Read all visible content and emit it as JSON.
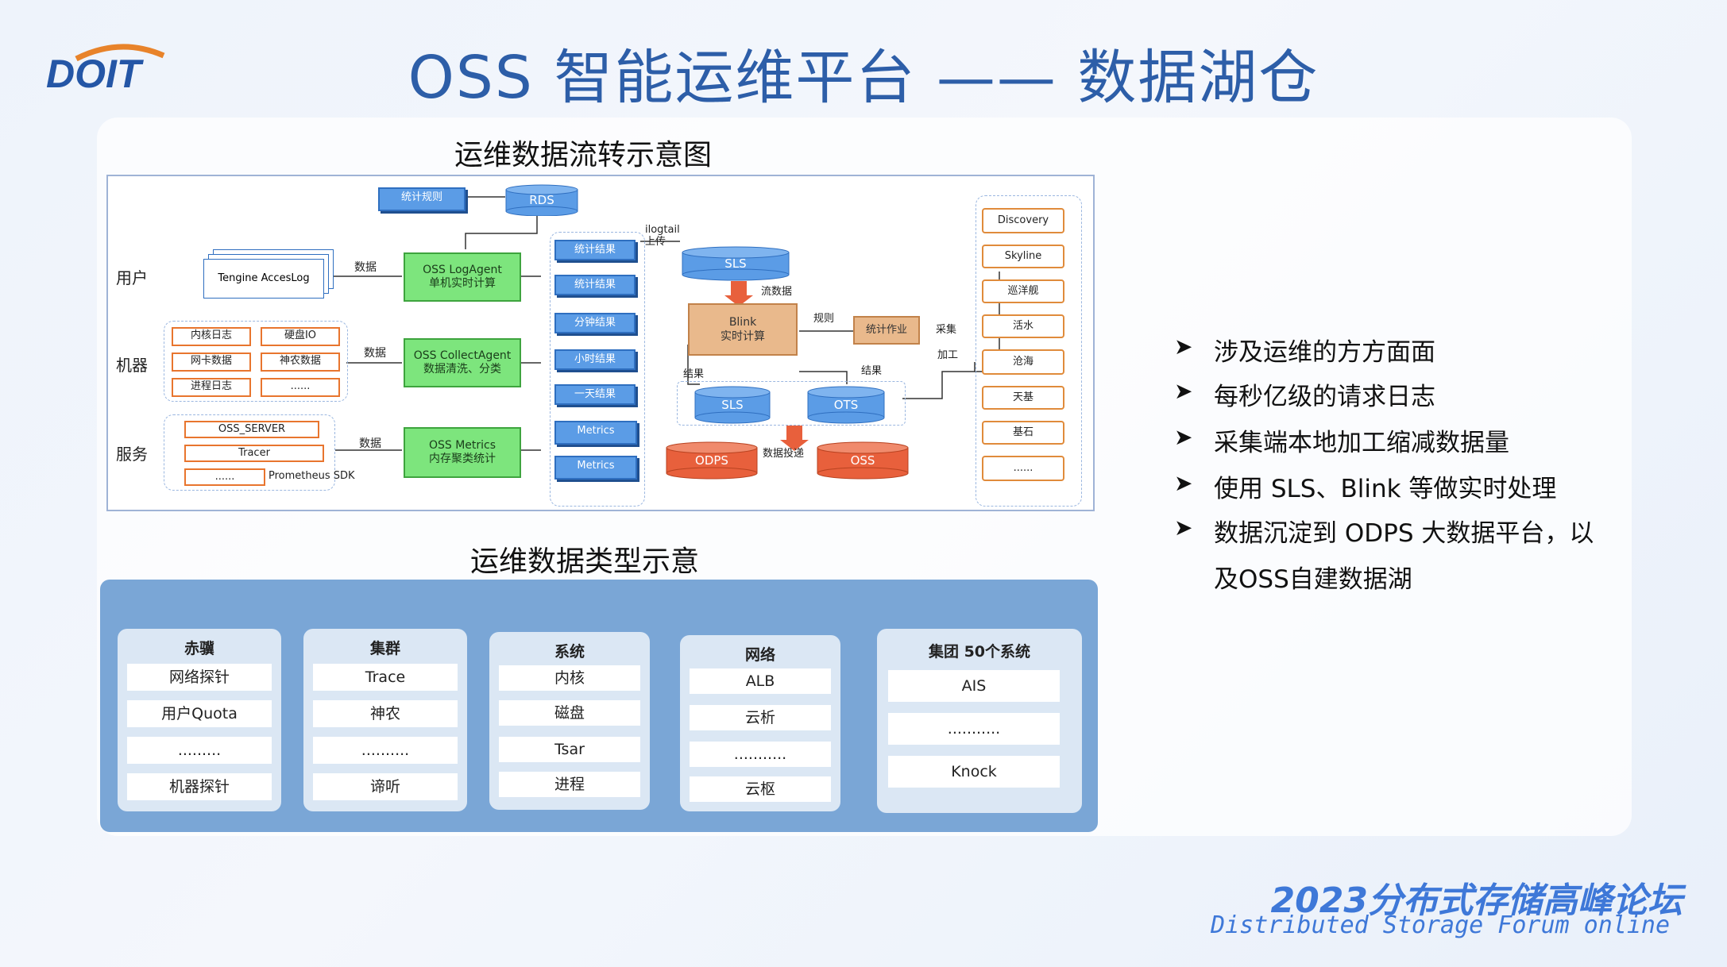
{
  "logo": {
    "text": "DOIT"
  },
  "title": "OSS 智能运维平台 —— 数据湖仓",
  "diagram": {
    "title": "运维数据流转示意图",
    "rows": [
      "用户",
      "机器",
      "服务"
    ],
    "rds": "RDS",
    "stat_rule": "统计规则",
    "tengine": "Tengine AccesLog",
    "data_label": "数据",
    "logagent": [
      "OSS LogAgent",
      "单机实时计算"
    ],
    "machine_items": [
      "内核日志",
      "硬盘IO",
      "网卡数据",
      "神农数据",
      "进程日志",
      "......"
    ],
    "collectagent": [
      "OSS CollectAgent",
      "数据清洗、分类"
    ],
    "service_items": [
      "OSS_SERVER",
      "Tracer",
      "......"
    ],
    "prometheus": "Prometheus SDK",
    "metrics_agent": [
      "OSS Metrics",
      "内存聚类统计"
    ],
    "mid_items": [
      "统计结果",
      "统计结果",
      "分钟结果",
      "小时结果",
      "一天结果",
      "Metrics",
      "Metrics"
    ],
    "ilogtail": [
      "ilogtail",
      "上传"
    ],
    "sls": "SLS",
    "stream": "流数据",
    "blink": [
      "Blink",
      "实时计算"
    ],
    "rule": "规则",
    "stat_job": "统计作业",
    "collect": "采集",
    "process": "加工",
    "result1": "结果",
    "result2": "结果",
    "sls2": "SLS",
    "ots": "OTS",
    "deliver": "数据投递",
    "odps": "ODPS",
    "oss": "OSS",
    "right_items": [
      "Discovery",
      "Skyline",
      "巡洋舰",
      "活水",
      "沧海",
      "天基",
      "基石",
      "......"
    ]
  },
  "types": {
    "title": "运维数据类型示意",
    "cards": [
      {
        "title": "赤骥",
        "items": [
          "网络探针",
          "用户Quota",
          ".........",
          "机器探针"
        ]
      },
      {
        "title": "集群",
        "items": [
          "Trace",
          "神农",
          "..........",
          "谛听"
        ]
      },
      {
        "title": "系统",
        "items": [
          "内核",
          "磁盘",
          "Tsar",
          "进程"
        ]
      },
      {
        "title": "网络",
        "items": [
          "ALB",
          "云析",
          "...........",
          "云枢"
        ]
      },
      {
        "title": "集团 50个系统",
        "items": [
          "AIS",
          "...........",
          "Knock"
        ]
      }
    ]
  },
  "bullets": [
    "涉及运维的方方面面",
    "每秒亿级的请求日志",
    "采集端本地加工缩减数据量",
    "使用 SLS、Blink 等做实时处理",
    "数据沉淀到 ODPS 大数据平台，以",
    "及OSS自建数据湖"
  ],
  "footer": {
    "line1": "2023分布式存储高峰论坛",
    "line2": "Distributed Storage Forum online"
  }
}
